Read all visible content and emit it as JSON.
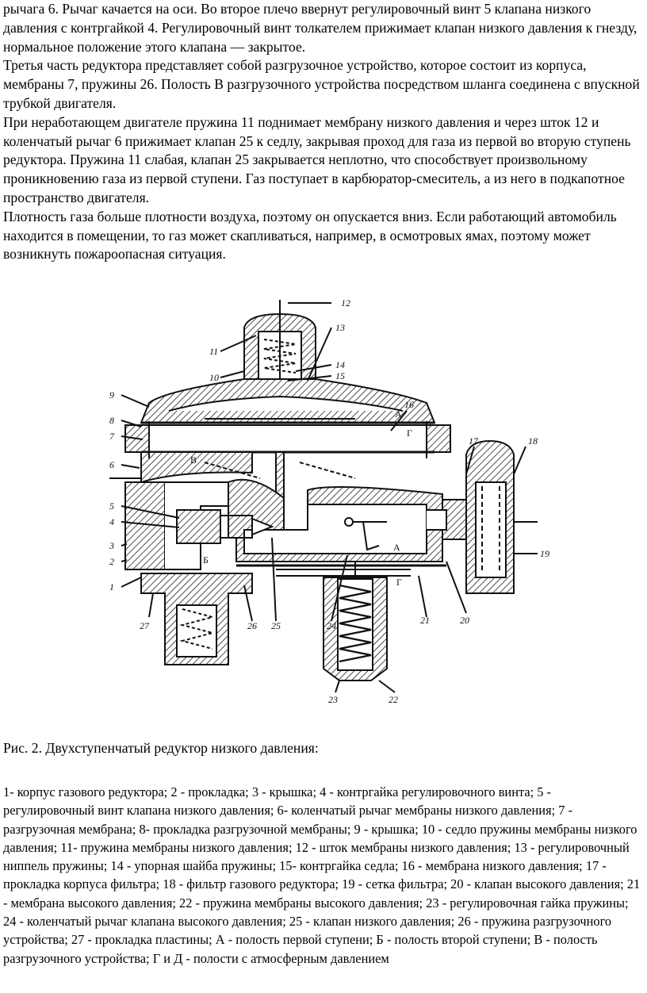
{
  "paragraphs": [
    "рычага 6. Рычаг качается на оси. Во второе плечо ввернут регулировочный винт 5 клапана низкого давления с контргайкой 4. Регулировочный винт толкателем прижимает клапан низкого давления к гнезду, нормальное положение этого клапана — закрытое.",
    "Третья часть редуктора представляет собой разгрузочное устройство, которое состоит из корпуса, мембраны 7, пружины 26. Полость В разгрузочного устройства посредством шланга соединена с впускной трубкой двигателя.",
    "При неработающем двигателе пружина 11 поднимает мембрану низкого давления и через шток 12 и коленчатый рычаг 6 прижимает клапан 25 к седлу, закрывая проход для газа из первой во вторую ступень редуктора. Пружина 11 слабая, клапан 25 закрывается неплотно, что способствует произвольному проникновению газа из первой ступени. Газ поступает в карбюратор-смеситель, а из него в подкапотное пространство двигателя.",
    "Плотность газа больше плотности воздуха, поэтому он опускается вниз. Если работающий автомобиль находится в помещении, то газ может скапливаться, например, в осмотровых ямах, поэтому может возникнуть пожароопасная ситуация."
  ],
  "figure": {
    "labels": {
      "n1": "1",
      "n2": "2",
      "n3": "3",
      "n4": "4",
      "n5": "5",
      "n6": "6",
      "n7": "7",
      "n8": "8",
      "n9": "9",
      "n10": "10",
      "n11": "11",
      "n12": "12",
      "n13": "13",
      "n14": "14",
      "n15": "15",
      "n16": "16",
      "n17": "17",
      "n18": "18",
      "n19": "19",
      "n20": "20",
      "n21": "21",
      "n22": "22",
      "n23": "23",
      "n24": "24",
      "n25": "25",
      "n26": "26",
      "n27": "27",
      "A1": "А",
      "G1": "Г",
      "V": "В",
      "B": "Б",
      "A2": "А",
      "G2": "Г"
    }
  },
  "caption": "Рис. 2. Двухступенчатый редуктор низкого давления:",
  "legend": "1- корпус газового редуктора; 2 - прокладка; 3 - крышка; 4 - контргайка регулировочного винта; 5 - регулировочный винт клапана низкого давления; 6- коленчатый рычаг мембраны низкого давления; 7 - разгрузочная мембрана; 8- прокладка разгрузочной мембраны; 9 - крышка; 10 - седло пружины мембраны низкого давления; 11- пружина мембраны низкого давления; 12 - шток мембраны низкого давления; 13 - регулировочный ниппель пружины; 14 - упорная шайба пружины; 15- контргайка седла; 16 - мембрана низкого давления; 17 - прокладка корпуса фильтра; 18 - фильтр газового редуктора; 19 - сетка фильтра; 20 - клапан высокого давления; 21 - мембрана высокого давления; 22 - пружина мембраны высокого давления; 23 - регулировочная гайка пружины; 24 - коленчатый рычаг клапана высокого давления; 25 - клапан низкого давления; 26 - пружина разгрузочного устройства; 27 - прокладка пластины; А - полость первой ступени; Б - полость второй ступени; В - полость разгрузочного устройства; Г и Д - полости с атмосферным давлением"
}
